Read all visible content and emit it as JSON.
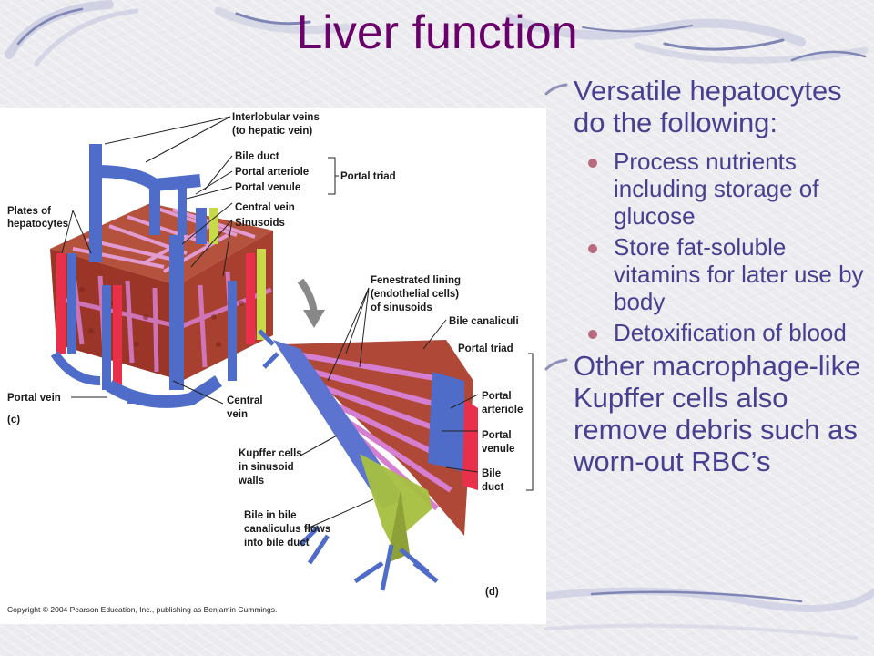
{
  "slide": {
    "title": "Liver function",
    "bullets": [
      {
        "text": "Versatile hepatocytes do the following:",
        "sub": [
          "Process nutrients including storage of glucose",
          "Store fat-soluble vitamins for later use by body",
          "Detoxification of blood"
        ]
      },
      {
        "text": "Other macrophage-like Kupffer cells also remove debris such as worn-out RBC’s",
        "sub": []
      }
    ]
  },
  "figure": {
    "labels": {
      "interlobular_veins": "Interlobular veins",
      "to_hepatic_vein": "(to hepatic vein)",
      "bile_duct": "Bile duct",
      "portal_arteriole": "Portal arteriole",
      "portal_venule": "Portal venule",
      "portal_triad": "Portal triad",
      "central_vein": "Central vein",
      "sinusoids": "Sinusoids",
      "plates_of": "Plates of",
      "hepatocytes": "hepatocytes",
      "portal_vein": "Portal vein",
      "panel_c": "(c)",
      "central": "Central",
      "vein": "vein",
      "fenestrated_lining": "Fenestrated lining",
      "endothelial_cells": "(endothelial cells)",
      "of_sinusoids": "of sinusoids",
      "bile_canaliculi": "Bile canaliculi",
      "portal_triad_d": "Portal triad",
      "portal": "Portal",
      "arteriole": "arteriole",
      "portal_2": "Portal",
      "venule": "venule",
      "bile": "Bile",
      "duct": "duct",
      "kupffer_1": "Kupffer cells",
      "kupffer_2": "in sinusoid",
      "kupffer_3": "walls",
      "bile_flow_1": "Bile in bile",
      "bile_flow_2": "canaliculus flows",
      "bile_flow_3": "into bile duct",
      "panel_d": "(d)"
    },
    "copyright": "Copyright © 2004 Pearson Education, Inc., publishing as Benjamin Cummings."
  }
}
